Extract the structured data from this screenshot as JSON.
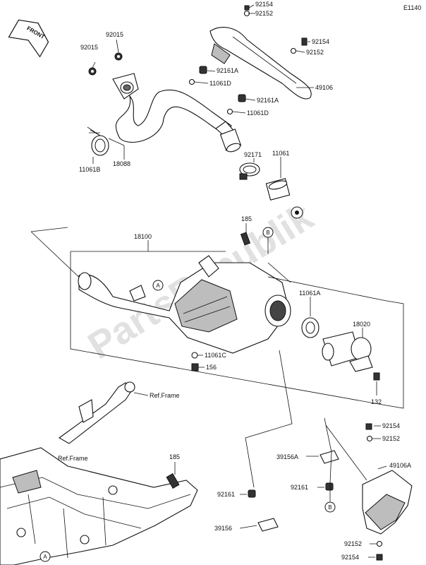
{
  "diagram_code": "E1140",
  "front_label": "FRONT",
  "watermark": "PartsRepublik",
  "callouts": {
    "a": "A",
    "b": "B"
  },
  "parts": [
    {
      "id": "p92154_top",
      "text": "92154"
    },
    {
      "id": "p92152_top",
      "text": "92152"
    },
    {
      "id": "p92015_a",
      "text": "92015"
    },
    {
      "id": "p92015_b",
      "text": "92015"
    },
    {
      "id": "p92154_r",
      "text": "92154"
    },
    {
      "id": "p92152_r",
      "text": "92152"
    },
    {
      "id": "p92161A_a",
      "text": "92161A"
    },
    {
      "id": "p11061D_a",
      "text": "11061D"
    },
    {
      "id": "p49106",
      "text": "49106"
    },
    {
      "id": "p92161A_b",
      "text": "92161A"
    },
    {
      "id": "p11061D_b",
      "text": "11061D"
    },
    {
      "id": "p92171",
      "text": "92171"
    },
    {
      "id": "p11061B",
      "text": "11061B"
    },
    {
      "id": "p18088",
      "text": "18088"
    },
    {
      "id": "p11061",
      "text": "11061"
    },
    {
      "id": "p185_a",
      "text": "185"
    },
    {
      "id": "p18100",
      "text": "18100"
    },
    {
      "id": "p11061A",
      "text": "11061A"
    },
    {
      "id": "p18020",
      "text": "18020"
    },
    {
      "id": "p11061C",
      "text": "11061C"
    },
    {
      "id": "p156",
      "text": "156"
    },
    {
      "id": "p132",
      "text": "132"
    },
    {
      "id": "p92154_b1",
      "text": "92154"
    },
    {
      "id": "p92152_b1",
      "text": "92152"
    },
    {
      "id": "p39156A",
      "text": "39156A"
    },
    {
      "id": "p49106A",
      "text": "49106A"
    },
    {
      "id": "p92161_a",
      "text": "92161"
    },
    {
      "id": "p92161_b",
      "text": "92161"
    },
    {
      "id": "p39156",
      "text": "39156"
    },
    {
      "id": "p92152_b2",
      "text": "92152"
    },
    {
      "id": "p92154_b2",
      "text": "92154"
    },
    {
      "id": "p185_b",
      "text": "185"
    }
  ],
  "ref_labels": {
    "ref_frame_1": "Ref.Frame",
    "ref_frame_2": "Ref.Frame"
  }
}
